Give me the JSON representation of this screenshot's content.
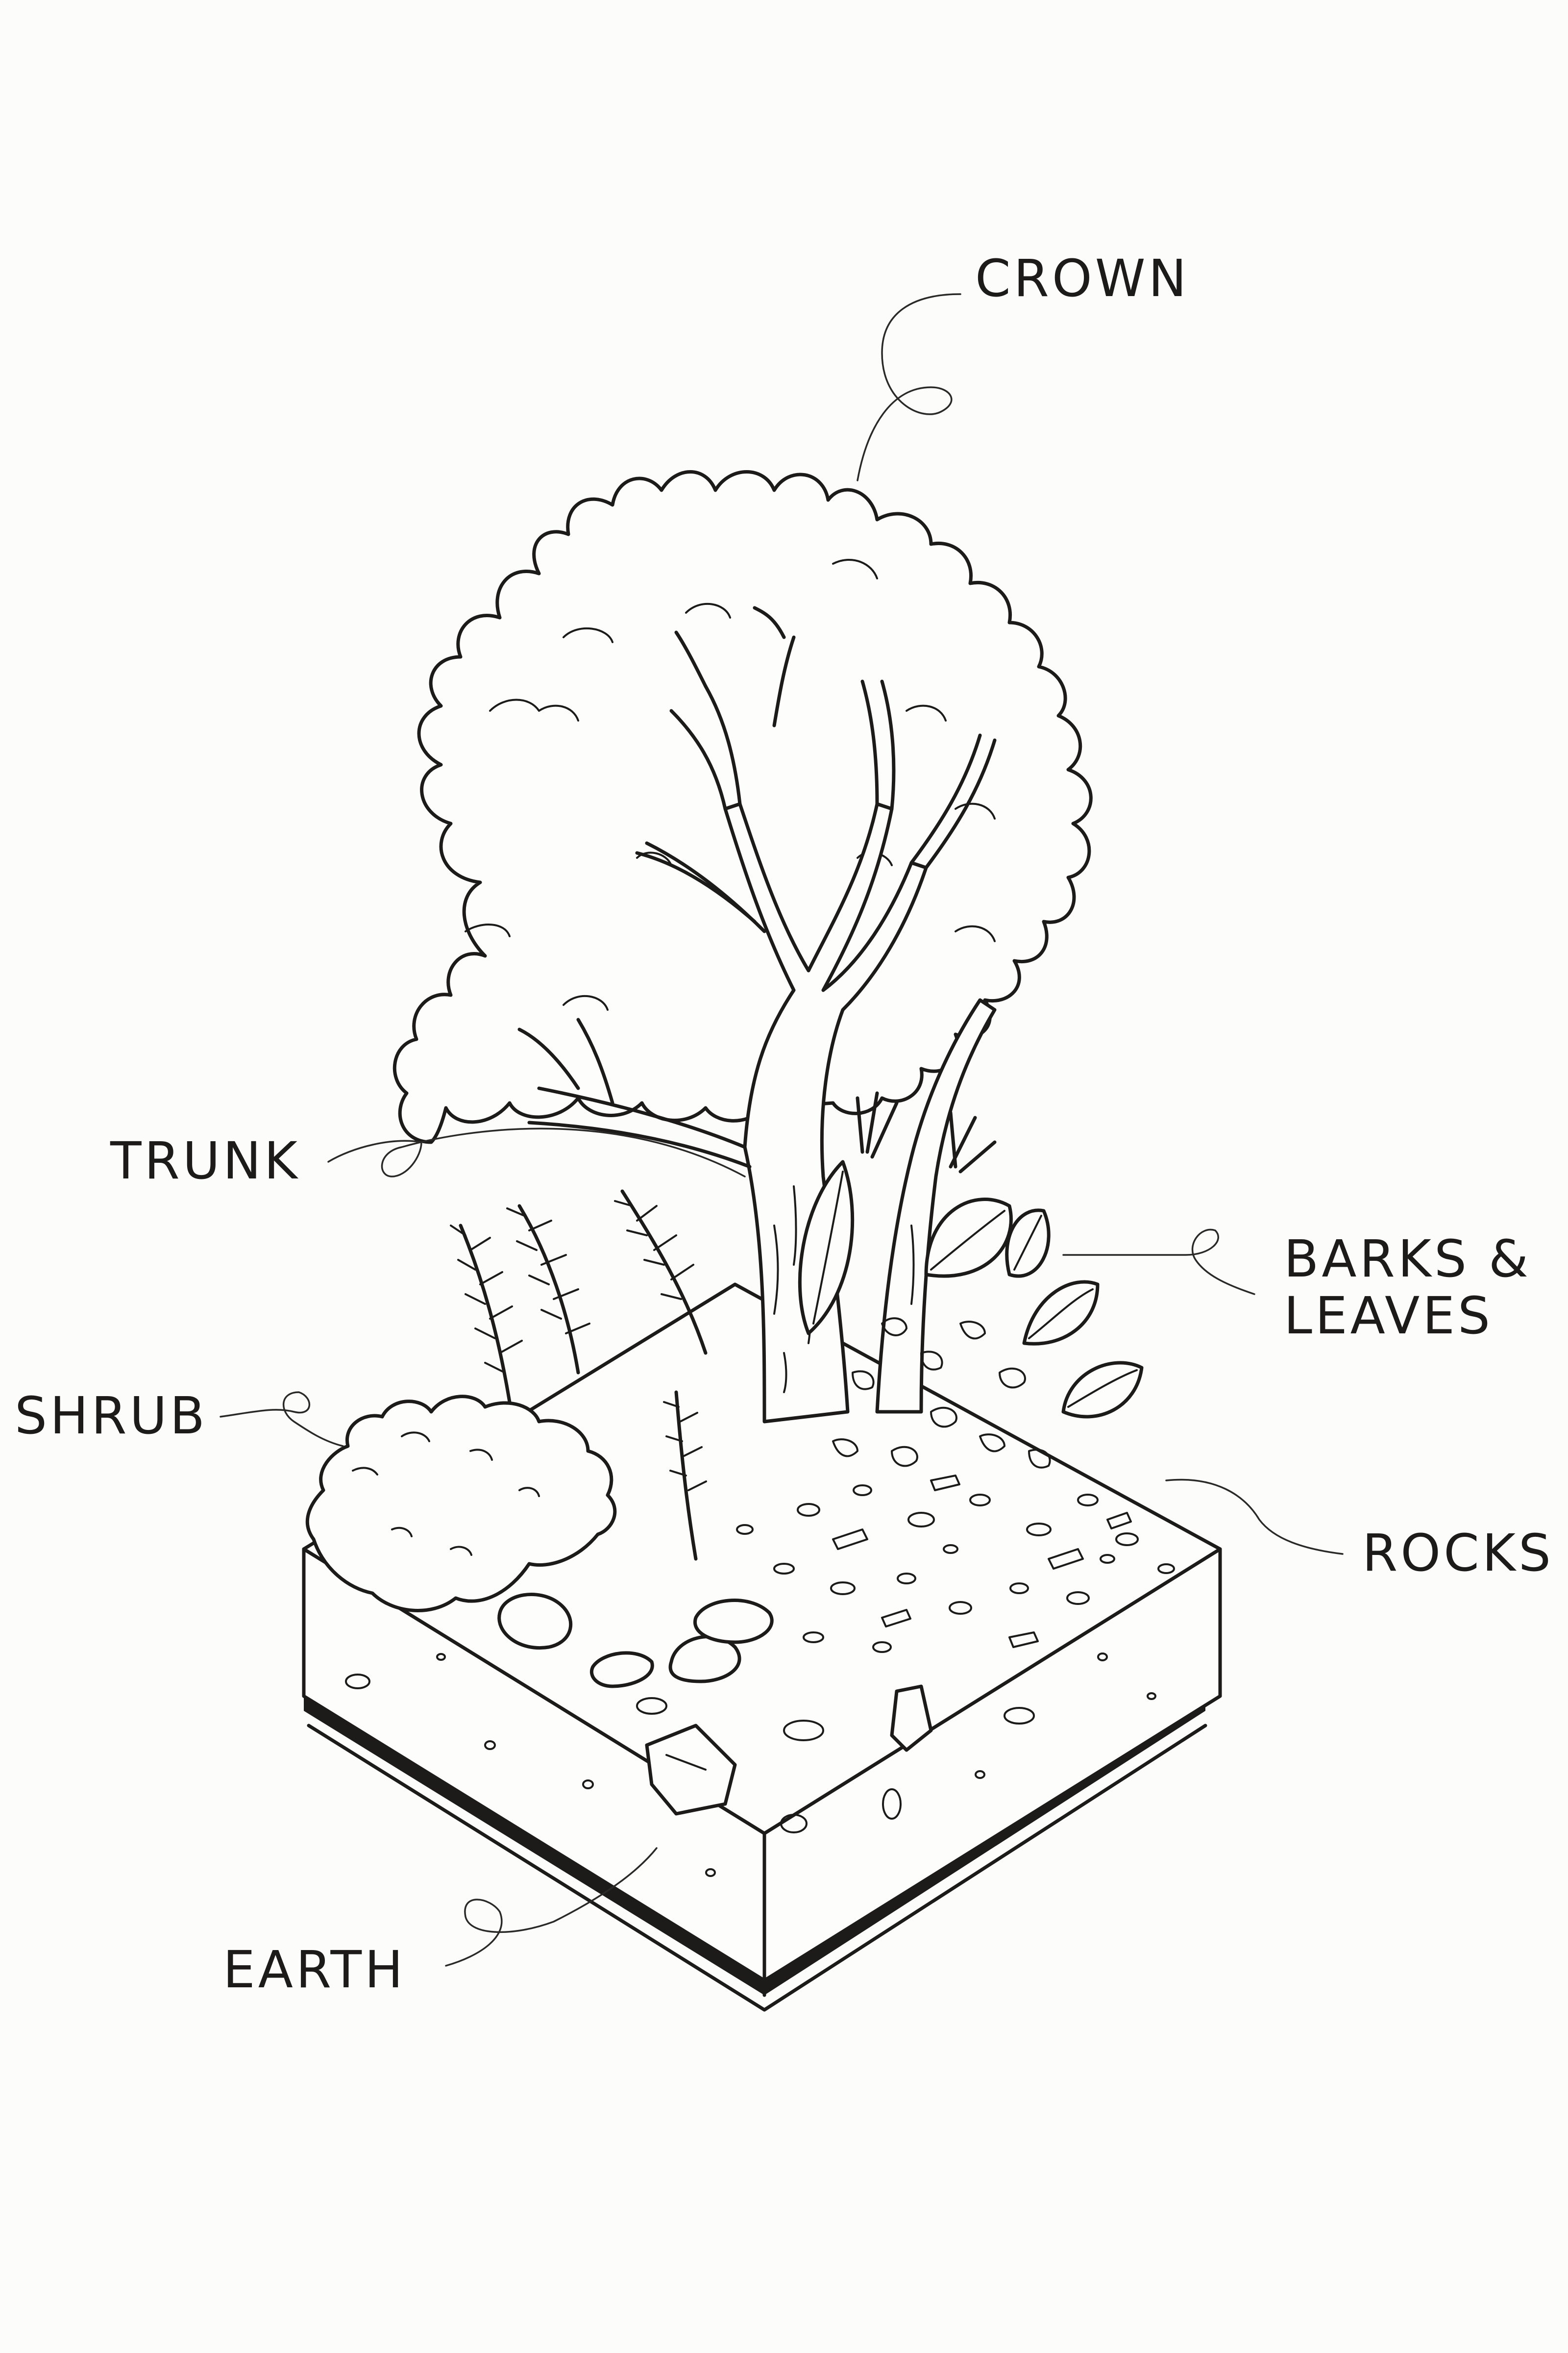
{
  "diagram": {
    "labels": {
      "crown": "CROWN",
      "trunk": "TRUNK",
      "barks_leaves_line1": "BARKS &",
      "barks_leaves_line2": "LEAVES",
      "shrub": "SHRUB",
      "rocks": "ROCKS",
      "earth": "EARTH"
    },
    "colors": {
      "ink": "#1c1b19",
      "paper": "#fcfcfa"
    }
  }
}
